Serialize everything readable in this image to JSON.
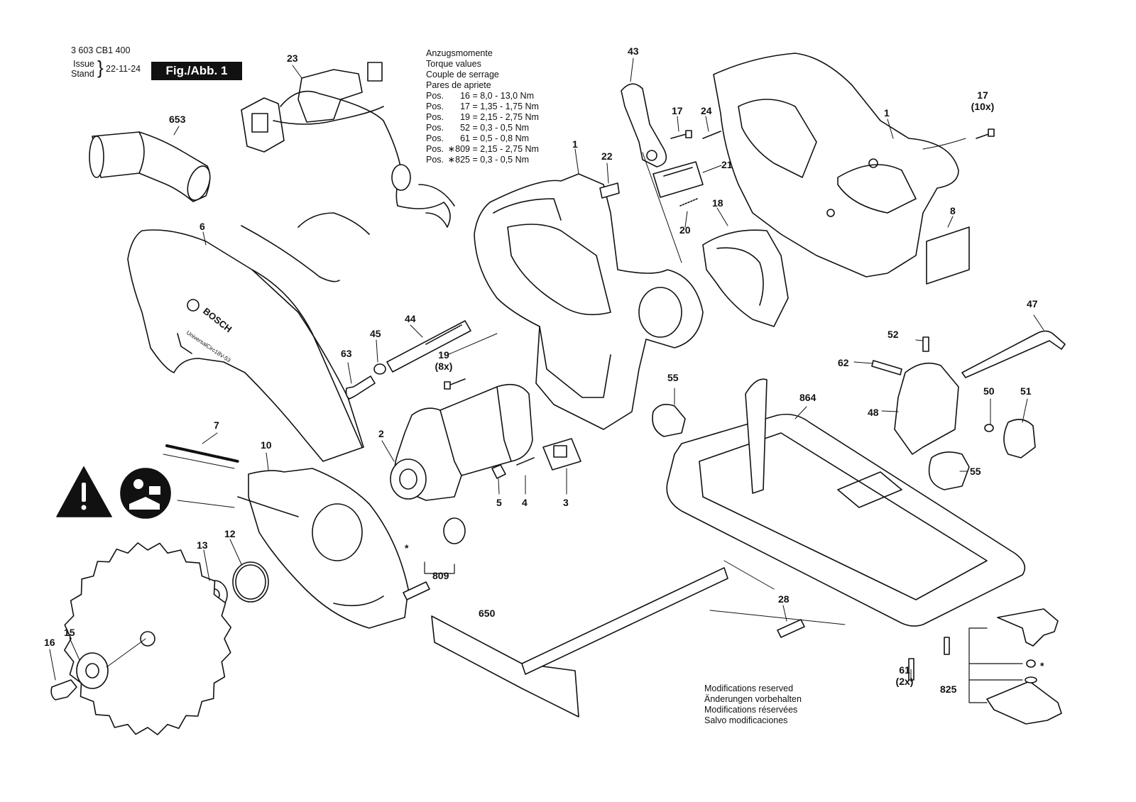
{
  "header": {
    "part_number": "3 603 CB1 400",
    "issue_label": "Issue",
    "stand_label": "Stand",
    "date": "22-11-24",
    "figure_label": "Fig./Abb. 1"
  },
  "torque": {
    "titles": [
      "Anzugsmomente",
      "Torque values",
      "Couple de serrage",
      "Pares de apriete"
    ],
    "rows": [
      {
        "pos": "Pos.",
        "item": "16",
        "value": "= 8,0 - 13,0 Nm"
      },
      {
        "pos": "Pos.",
        "item": "17",
        "value": "= 1,35 - 1,75 Nm"
      },
      {
        "pos": "Pos.",
        "item": "19",
        "value": "= 2,15 - 2,75 Nm"
      },
      {
        "pos": "Pos.",
        "item": "52",
        "value": "= 0,3 - 0,5 Nm"
      },
      {
        "pos": "Pos.",
        "item": "61",
        "value": "= 0,5 - 0,8 Nm"
      },
      {
        "pos": "Pos.",
        "item": "∗809",
        "value": "= 2,15 - 2,75 Nm"
      },
      {
        "pos": "Pos.",
        "item": "∗825",
        "value": "= 0,3 - 0,5 Nm"
      }
    ]
  },
  "modifications": [
    "Modifications reserved",
    "Änderungen vorbehalten",
    "Modifications réservées",
    "Salvo modificaciones"
  ],
  "brand_on_guard": "BOSCH",
  "model_on_guard": "UniversalCirc18V-53",
  "callouts": {
    "c653": "653",
    "c23": "23",
    "c6": "6",
    "c43": "43",
    "c17": "17",
    "c24": "24",
    "c1a": "1",
    "c22": "22",
    "c21": "21",
    "c1b": "1",
    "c17b": "17",
    "c10x": "(10x)",
    "c18": "18",
    "c20": "20",
    "c8": "8",
    "c44": "44",
    "c45": "45",
    "c63": "63",
    "c19": "19",
    "c8x": "(8x)",
    "c55a": "55",
    "c47": "47",
    "c52": "52",
    "c62": "62",
    "c864": "864",
    "c50": "50",
    "c51": "51",
    "c48": "48",
    "c55b": "55",
    "c7": "7",
    "c10": "10",
    "c2": "2",
    "c5": "5",
    "c4": "4",
    "c3": "3",
    "c13": "13",
    "c12": "12",
    "c16": "16",
    "c15": "15",
    "c809": "809",
    "c650": "650",
    "c28": "28",
    "c61": "61",
    "c2x": "(2x)",
    "c825": "825",
    "star1": "*",
    "star2": "*"
  },
  "icons": [
    "warning-triangle-icon",
    "read-manual-icon"
  ]
}
